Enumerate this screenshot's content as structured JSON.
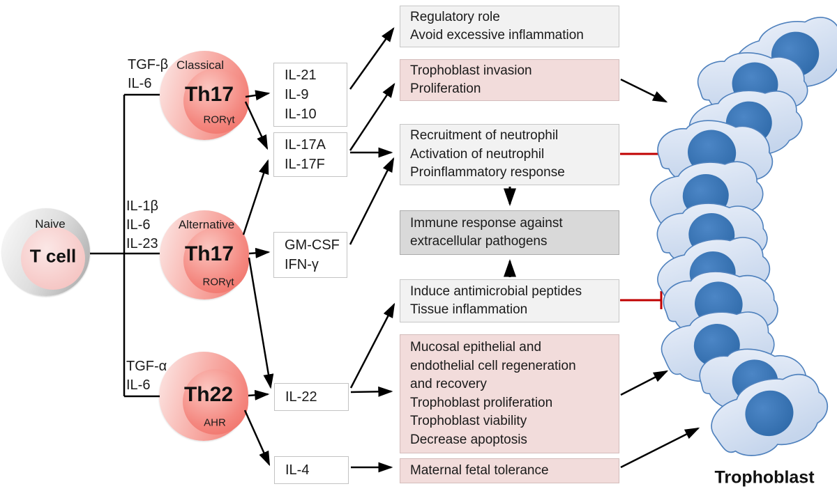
{
  "diagram": {
    "naive_cell": {
      "state": "Naive",
      "name": "T cell"
    },
    "inducers": {
      "classical": [
        "TGF-β",
        "IL-6"
      ],
      "alternative": [
        "IL-1β",
        "IL-6",
        "IL-23"
      ],
      "th22": [
        "TGF-α",
        "IL-6"
      ]
    },
    "cells": {
      "classical": {
        "subtype": "Classical",
        "name": "Th17",
        "factor": "RORγt"
      },
      "alternative": {
        "subtype": "Alternative",
        "name": "Th17",
        "factor": "RORγt"
      },
      "th22": {
        "name": "Th22",
        "factor": "AHR"
      }
    },
    "cytokines": {
      "group1": [
        "IL-21",
        "IL-9",
        "IL-10"
      ],
      "group2": [
        "IL-17A",
        "IL-17F"
      ],
      "group3": [
        "GM-CSF",
        "IFN-γ"
      ],
      "group4": [
        "IL-22"
      ],
      "group5": [
        "IL-4"
      ]
    },
    "effects": {
      "regulatory": [
        "Regulatory role",
        "Avoid excessive inflammation"
      ],
      "invasion": [
        "Trophoblast invasion",
        "Proliferation"
      ],
      "neutrophil": [
        "Recruitment of neutrophil",
        "Activation of neutrophil",
        "Proinflammatory response"
      ],
      "immune": [
        "Immune response against",
        "extracellular pathogens"
      ],
      "antimicrobial": [
        "Induce antimicrobial peptides",
        "Tissue inflammation"
      ],
      "mucosal": [
        "Mucosal epithelial and",
        "endothelial cell regeneration",
        "and recovery",
        "Trophoblast proliferation",
        "Trophoblast viability",
        "Decrease apoptosis"
      ],
      "tolerance": [
        "Maternal fetal tolerance"
      ]
    },
    "trophoblast_label": "Trophoblast",
    "colors": {
      "pink_box": "#f2dcdb",
      "gray_box": "#f2f2f2",
      "dark_gray_box": "#d9d9d9",
      "inhibition_red": "#c00000",
      "th_cell_red": "#f2746b",
      "trophoblast_cell_blue": "#d4e0f1",
      "trophoblast_nucleus_blue": "#2f6cab",
      "arrow_black": "#000000"
    }
  }
}
